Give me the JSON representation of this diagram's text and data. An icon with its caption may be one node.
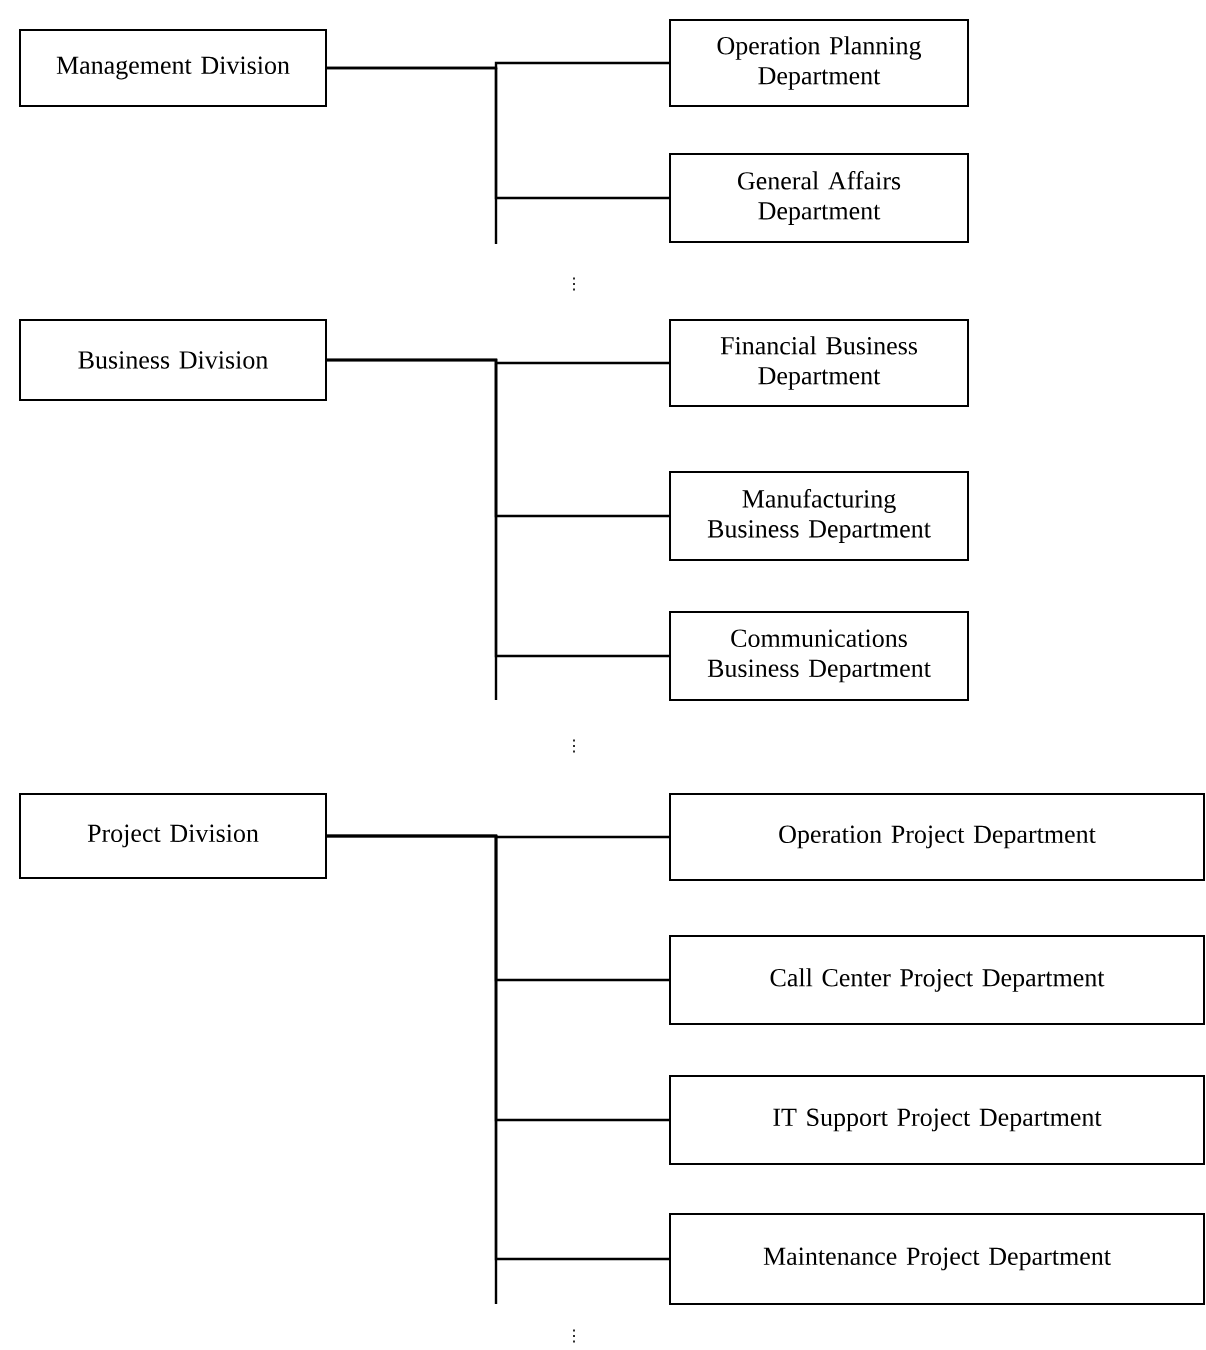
{
  "diagram": {
    "nodes": [
      {
        "text": [
          "Management Division"
        ]
      },
      {
        "text": [
          "Operation Planning Department"
        ]
      },
      {
        "text": [
          "General Affairs Department"
        ]
      },
      {
        "text": [
          "Business Division"
        ]
      },
      {
        "text": [
          "Financial Business Department"
        ]
      },
      {
        "text": [
          "Manufacturing Business Department"
        ]
      },
      {
        "text": [
          "Communications Business Department"
        ]
      },
      {
        "text": [
          "Project Division"
        ]
      },
      {
        "text": [
          "Operation Project Department"
        ]
      },
      {
        "text": [
          "Call Center Project Department"
        ]
      },
      {
        "text": [
          "IT Support Project Department"
        ]
      },
      {
        "text": [
          "Maintenance Project Department"
        ]
      }
    ],
    "edges": [
      {
        "from": 0,
        "to": 1,
        "arrow": "none"
      },
      {
        "from": 0,
        "to": 2,
        "arrow": "none"
      },
      {
        "from": 3,
        "to": 4,
        "arrow": "none"
      },
      {
        "from": 3,
        "to": 5,
        "arrow": "none"
      },
      {
        "from": 3,
        "to": 6,
        "arrow": "none"
      },
      {
        "from": 7,
        "to": 8,
        "arrow": "none"
      },
      {
        "from": 7,
        "to": 9,
        "arrow": "none"
      },
      {
        "from": 7,
        "to": 10,
        "arrow": "none"
      },
      {
        "from": 7,
        "to": 11,
        "arrow": "none"
      }
    ],
    "labels": [
      "⋮",
      "⋮",
      "⋮"
    ]
  }
}
